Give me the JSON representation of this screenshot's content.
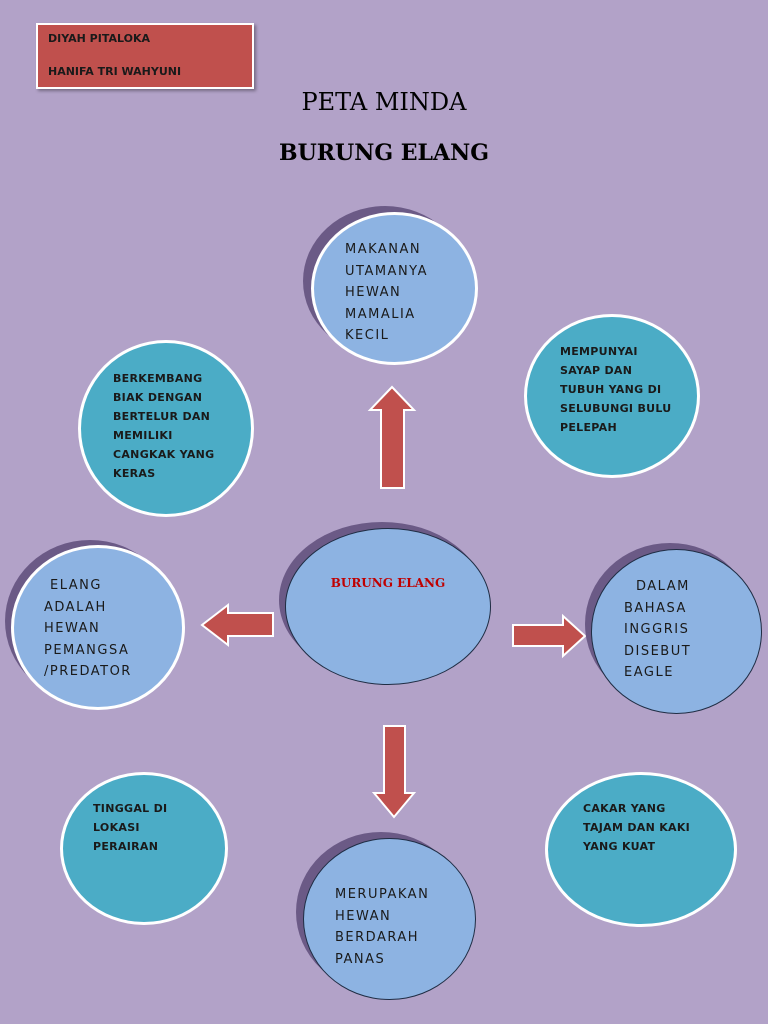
{
  "authors": [
    "DIYAH PITALOKA",
    "HANIFA TRI WAHYUNI"
  ],
  "title": "PETA MINDA",
  "topic": "BURUNG ELANG",
  "center": "BURUNG ELANG",
  "nodes": {
    "top": [
      "MAKANAN",
      "UTAMANYA",
      "HEWAN",
      "MAMALIA",
      "KECIL"
    ],
    "upper_left": [
      "BERKEMBANG",
      "BIAK DENGAN",
      "BERTELUR DAN",
      "MEMILIKI",
      "CANGKAK YANG",
      "KERAS"
    ],
    "upper_right": [
      "MEMPUNYAI",
      "SAYAP DAN",
      "TUBUH YANG DI",
      "SELUBUNGI BULU",
      "PELEPAH"
    ],
    "left": [
      "ELANG",
      "ADALAH",
      "HEWAN",
      "PEMANGSA",
      "/PREDATOR"
    ],
    "right": [
      "DALAM",
      "BAHASA",
      "INGGRIS",
      "DISEBUT",
      "EAGLE"
    ],
    "lower_left": [
      "TINGGAL DI",
      "LOKASI",
      "PERAIRAN"
    ],
    "lower_right": [
      "CAKAR YANG",
      "TAJAM DAN KAKI",
      "YANG KUAT"
    ],
    "bottom": [
      "MERUPAKAN",
      "HEWAN",
      "BERDARAH",
      "PANAS"
    ]
  },
  "colors": {
    "background": "#b2a2c8",
    "light_circle": "#8db3e2",
    "teal_circle": "#4bacc6",
    "arrow": "#c0504d",
    "author_box": "#c0504d"
  }
}
